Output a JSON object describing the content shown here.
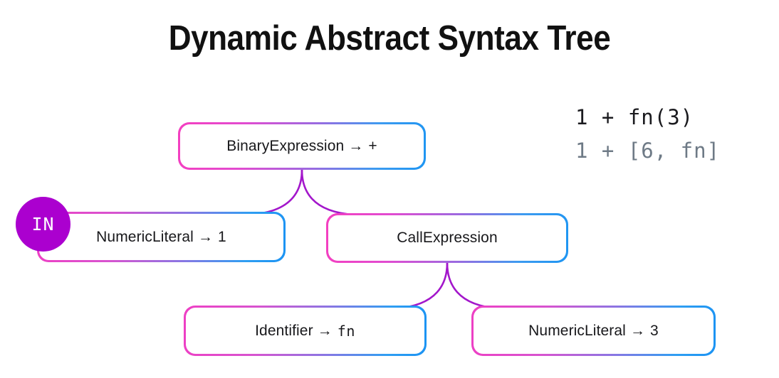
{
  "page": {
    "title": "Dynamic Abstract Syntax Tree",
    "background_color": "#ffffff"
  },
  "code_panel": {
    "lines": [
      {
        "text": "1 + fn(3)",
        "color": "#1b1b1f",
        "style": "primary"
      },
      {
        "text": "1 + [6, fn]",
        "color": "#6e7a86",
        "style": "secondary"
      }
    ]
  },
  "badge": {
    "label": "IN",
    "color": "#ab00cf",
    "text_color": "#ffffff"
  },
  "tree": {
    "nodes": [
      {
        "id": "root",
        "type": "BinaryExpression",
        "arrow": "→",
        "value": "+",
        "label": "BinaryExpression → +",
        "value_is_mono": false
      },
      {
        "id": "numeric-one",
        "type": "NumericLiteral",
        "arrow": "→",
        "value": "1",
        "label": "NumericLiteral → 1",
        "value_is_mono": false
      },
      {
        "id": "callexpr",
        "type": "CallExpression",
        "arrow": "",
        "value": "",
        "label": "CallExpression",
        "value_is_mono": false
      },
      {
        "id": "identifier",
        "type": "Identifier",
        "arrow": "→",
        "value": "fn",
        "label": "Identifier → fn",
        "value_is_mono": true
      },
      {
        "id": "numeric-three",
        "type": "NumericLiteral",
        "arrow": "→",
        "value": "3",
        "label": "NumericLiteral → 3",
        "value_is_mono": false
      }
    ],
    "edges": [
      {
        "from": "root",
        "to": "numeric-one"
      },
      {
        "from": "root",
        "to": "callexpr"
      },
      {
        "from": "callexpr",
        "to": "identifier"
      },
      {
        "from": "callexpr",
        "to": "numeric-three"
      }
    ],
    "edge_color": "#a317cb",
    "border_gradient_start": "#f43fc0",
    "border_gradient_end": "#1e95f2"
  }
}
